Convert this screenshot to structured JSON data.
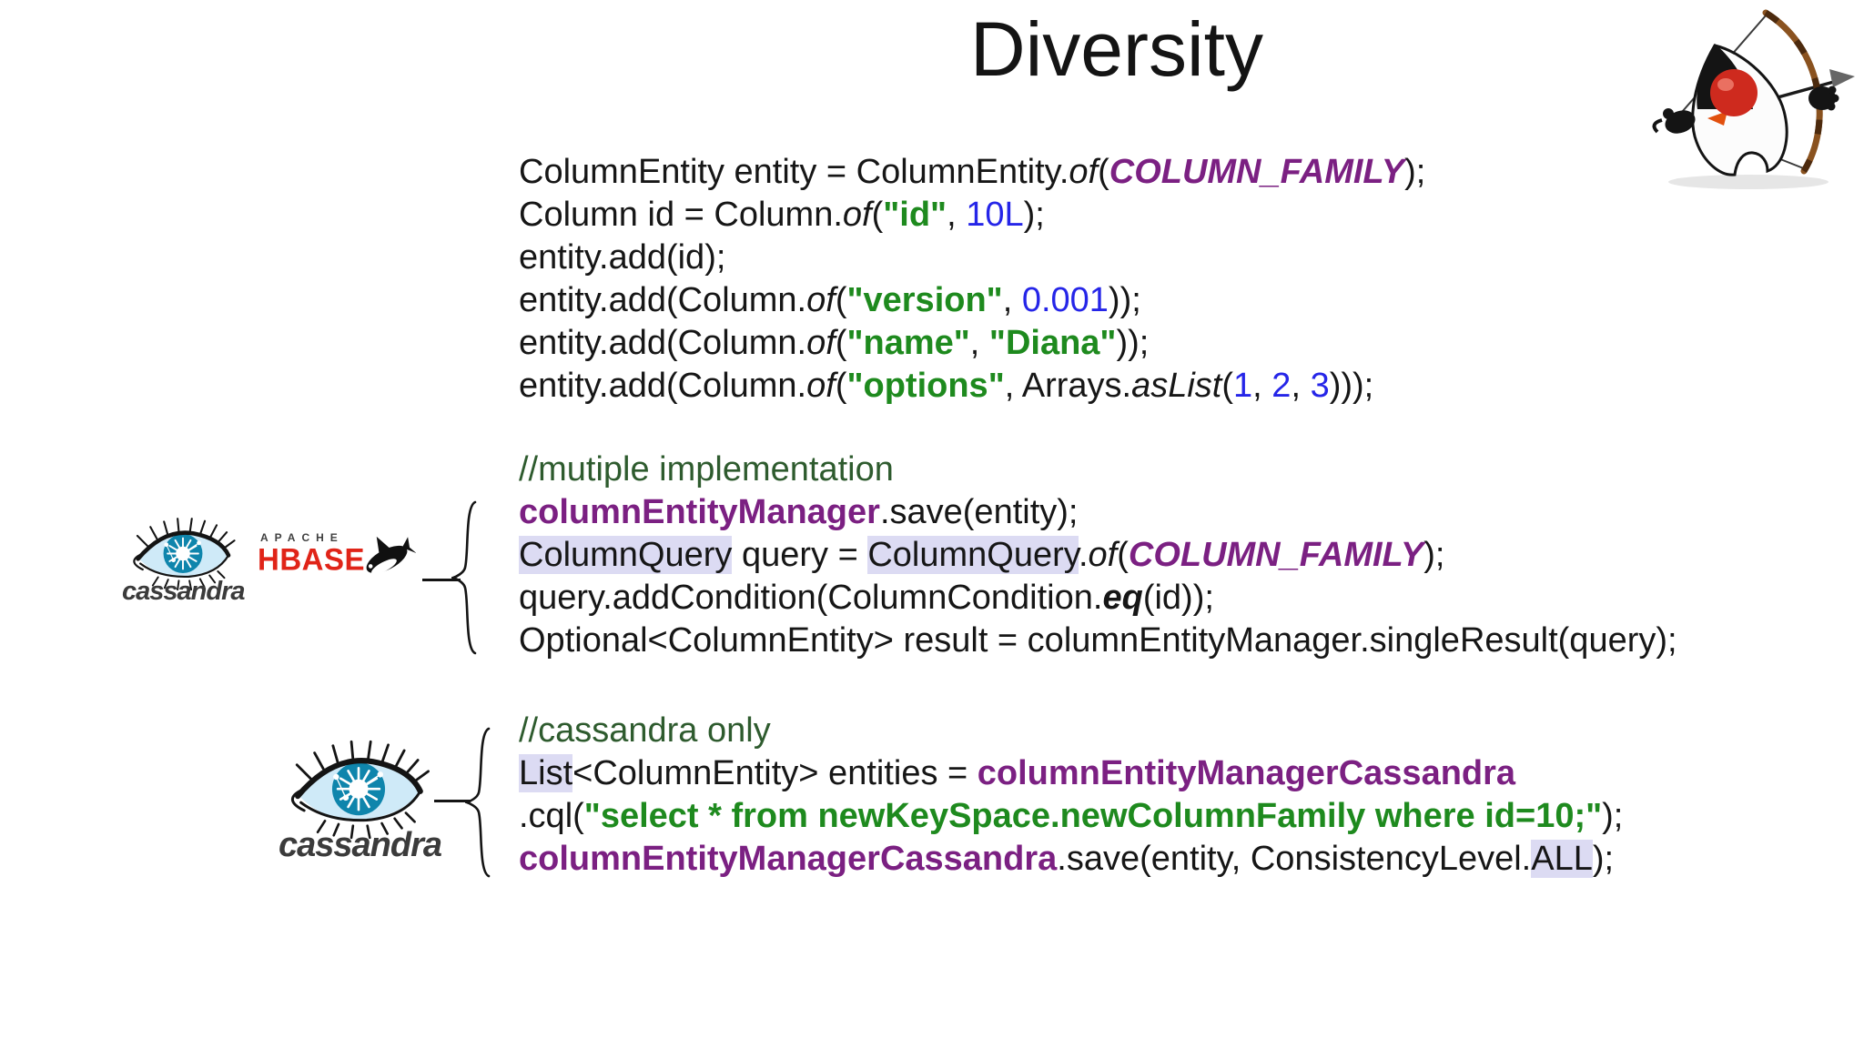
{
  "title": "Diversity",
  "colors": {
    "string_green": "#1e8a1e",
    "number_blue": "#2525e8",
    "keyword_purple": "#7b2082",
    "comment_green": "#2e5b2e",
    "highlight_lavender": "#dcdbf3",
    "hbase_red": "#e02418",
    "code_text": "#161616"
  },
  "logos": {
    "cassandra_top": {
      "label": "cassandra",
      "icon": "cassandra-eye-icon"
    },
    "hbase": {
      "apache": "APACHE",
      "label": "HBASE",
      "icon": "orca-icon"
    },
    "cassandra_bottom": {
      "label": "cassandra",
      "icon": "cassandra-eye-icon"
    },
    "archer": {
      "icon": "java-duke-archer-icon"
    }
  },
  "code_blocks": [
    {
      "name": "entity-setup",
      "lines": [
        [
          {
            "t": "ColumnEntity entity = ColumnEntity.",
            "s": "p"
          },
          {
            "t": "of",
            "s": "i"
          },
          {
            "t": "(",
            "s": "p"
          },
          {
            "t": "COLUMN_FAMILY",
            "s": "pbi"
          },
          {
            "t": ");",
            "s": "p"
          }
        ],
        [
          {
            "t": "Column id = Column.",
            "s": "p"
          },
          {
            "t": "of",
            "s": "i"
          },
          {
            "t": "(",
            "s": "p"
          },
          {
            "t": "\"id\"",
            "s": "g"
          },
          {
            "t": ", ",
            "s": "p"
          },
          {
            "t": "10L",
            "s": "b"
          },
          {
            "t": ");",
            "s": "p"
          }
        ],
        [
          {
            "t": "entity.add(id);",
            "s": "p"
          }
        ],
        [
          {
            "t": "entity.add(Column.",
            "s": "p"
          },
          {
            "t": "of",
            "s": "i"
          },
          {
            "t": "(",
            "s": "p"
          },
          {
            "t": "\"version\"",
            "s": "g"
          },
          {
            "t": ", ",
            "s": "p"
          },
          {
            "t": "0.001",
            "s": "b"
          },
          {
            "t": "));",
            "s": "p"
          }
        ],
        [
          {
            "t": "entity.add(Column.",
            "s": "p"
          },
          {
            "t": "of",
            "s": "i"
          },
          {
            "t": "(",
            "s": "p"
          },
          {
            "t": "\"name\"",
            "s": "g"
          },
          {
            "t": ", ",
            "s": "p"
          },
          {
            "t": "\"Diana\"",
            "s": "g"
          },
          {
            "t": "));",
            "s": "p"
          }
        ],
        [
          {
            "t": "entity.add(Column.",
            "s": "p"
          },
          {
            "t": "of",
            "s": "i"
          },
          {
            "t": "(",
            "s": "p"
          },
          {
            "t": "\"options\"",
            "s": "g"
          },
          {
            "t": ", Arrays.",
            "s": "p"
          },
          {
            "t": "asList",
            "s": "i"
          },
          {
            "t": "(",
            "s": "p"
          },
          {
            "t": "1",
            "s": "b"
          },
          {
            "t": ", ",
            "s": "p"
          },
          {
            "t": "2",
            "s": "b"
          },
          {
            "t": ", ",
            "s": "p"
          },
          {
            "t": "3",
            "s": "b"
          },
          {
            "t": ")));",
            "s": "p"
          }
        ]
      ]
    },
    {
      "name": "multiple-implementation",
      "lines": [
        [
          {
            "t": "//mutiple implementation",
            "s": "c"
          }
        ],
        [
          {
            "t": "columnEntityManager",
            "s": "pu"
          },
          {
            "t": ".save(entity);",
            "s": "p"
          }
        ],
        [
          {
            "t": "ColumnQuery",
            "s": "hl"
          },
          {
            "t": " query = ",
            "s": "p"
          },
          {
            "t": "ColumnQuery",
            "s": "hl"
          },
          {
            "t": ".",
            "s": "p"
          },
          {
            "t": "of",
            "s": "i"
          },
          {
            "t": "(",
            "s": "p"
          },
          {
            "t": "COLUMN_FAMILY",
            "s": "pbi"
          },
          {
            "t": ");",
            "s": "p"
          }
        ],
        [
          {
            "t": "query.addCondition(ColumnCondition.",
            "s": "p"
          },
          {
            "t": "eq",
            "s": "bi"
          },
          {
            "t": "(id));",
            "s": "p"
          }
        ],
        [
          {
            "t": "Optional<ColumnEntity> result = columnEntityManager.singleResult(query);",
            "s": "p"
          }
        ]
      ]
    },
    {
      "name": "cassandra-only",
      "lines": [
        [
          {
            "t": "//cassandra only",
            "s": "c"
          }
        ],
        [
          {
            "t": "List",
            "s": "hl"
          },
          {
            "t": "<ColumnEntity> entities = ",
            "s": "p"
          },
          {
            "t": "columnEntityManagerCassandra",
            "s": "pu"
          }
        ],
        [
          {
            "t": ".cql(",
            "s": "p"
          },
          {
            "t": "\"select * from newKeySpace.newColumnFamily where id=10;\"",
            "s": "g"
          },
          {
            "t": ");",
            "s": "p"
          }
        ],
        [
          {
            "t": "columnEntityManagerCassandra",
            "s": "pu"
          },
          {
            "t": ".save(entity, ConsistencyLevel.",
            "s": "p"
          },
          {
            "t": "ALL",
            "s": "hl"
          },
          {
            "t": ");",
            "s": "p"
          }
        ]
      ]
    }
  ]
}
